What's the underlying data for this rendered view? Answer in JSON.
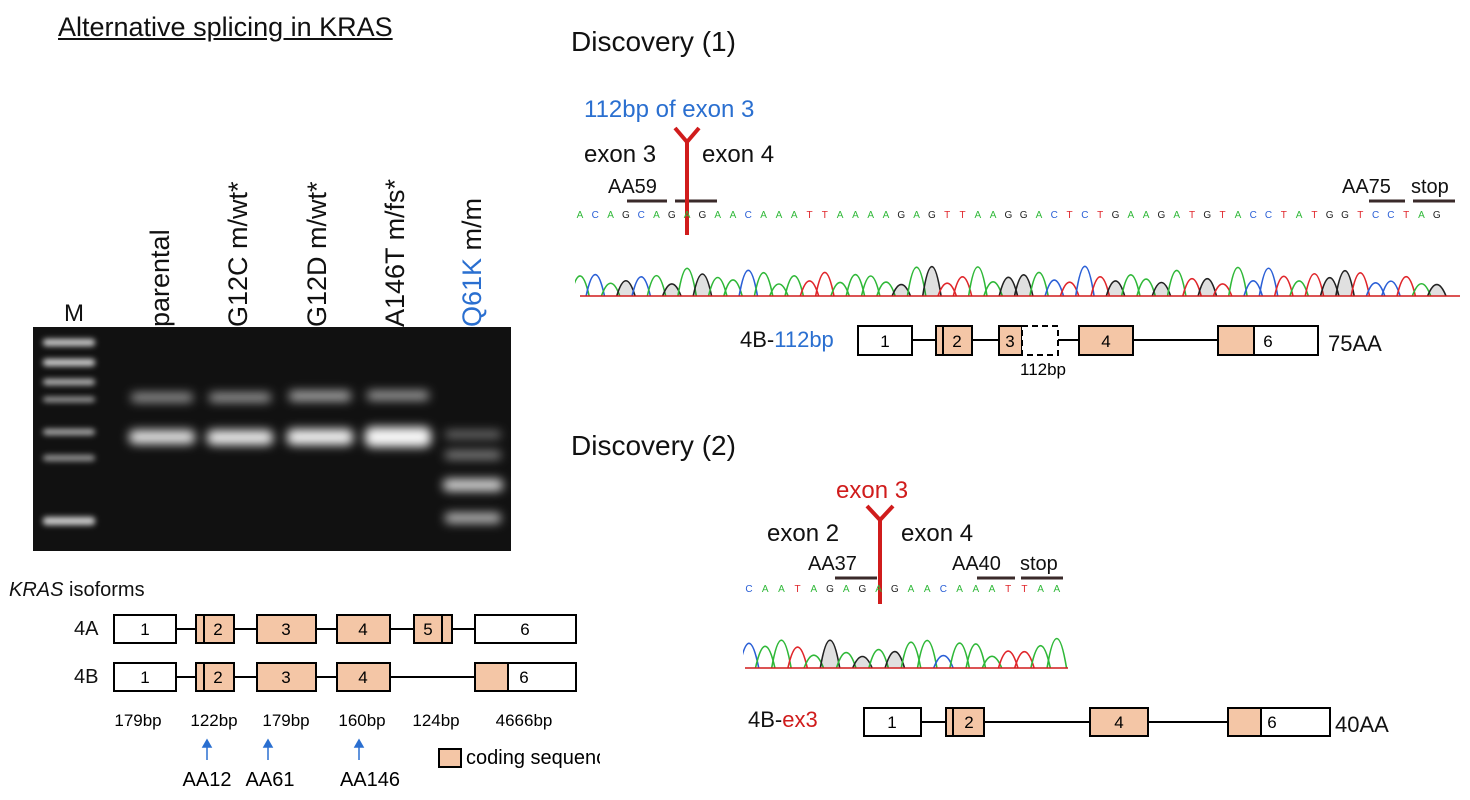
{
  "title": "Alternative splicing in KRAS",
  "gel": {
    "marker_label": "M",
    "lanes": [
      "parental",
      "G12C m/wt*",
      "G12D m/wt*",
      "A146T m/fs*",
      "Q61K m/m"
    ],
    "highlight_lane_color": "#2a6fd0"
  },
  "isoforms": {
    "heading_italic": "KRAS",
    "heading_rest": " isoforms",
    "rows": [
      {
        "name": "4A",
        "exons": [
          "1",
          "2",
          "3",
          "4",
          "5",
          "6"
        ]
      },
      {
        "name": "4B",
        "exons": [
          "1",
          "2",
          "3",
          "4",
          "6"
        ]
      }
    ],
    "exon_sizes": [
      "179bp",
      "122bp",
      "179bp",
      "160bp",
      "124bp",
      "4666bp"
    ],
    "aa_markers": [
      "AA12",
      "AA61",
      "AA146"
    ],
    "legend": "coding sequence",
    "coding_color": "#f4c6a6"
  },
  "discovery1": {
    "title": "Discovery (1)",
    "insert_label": "112bp of exon 3",
    "left_exon": "exon 3",
    "right_exon": "exon 4",
    "aa_left": "AA59",
    "aa_right": "AA75",
    "stop": "stop",
    "sequence": "ACAGCAGAGAACAAATTAAAAGAGTTAAGGACTCTGAAGATGTACCTATGGTCCTAG",
    "isoform_prefix": "4B-",
    "isoform_suffix": "112bp",
    "exons": [
      "1",
      "2",
      "3",
      "4",
      "6"
    ],
    "dashed_label": "112bp",
    "protein_length": "75AA"
  },
  "discovery2": {
    "title": "Discovery (2)",
    "insert_label": "exon 3",
    "left_exon": "exon 2",
    "right_exon": "exon 4",
    "aa_left": "AA37",
    "aa_right": "AA40",
    "stop": "stop",
    "sequence": "CAATAGAGAGAACAAATTAA",
    "isoform_prefix": "4B-",
    "isoform_suffix": "ex3",
    "exons": [
      "1",
      "2",
      "4",
      "6"
    ],
    "protein_length": "40AA"
  }
}
